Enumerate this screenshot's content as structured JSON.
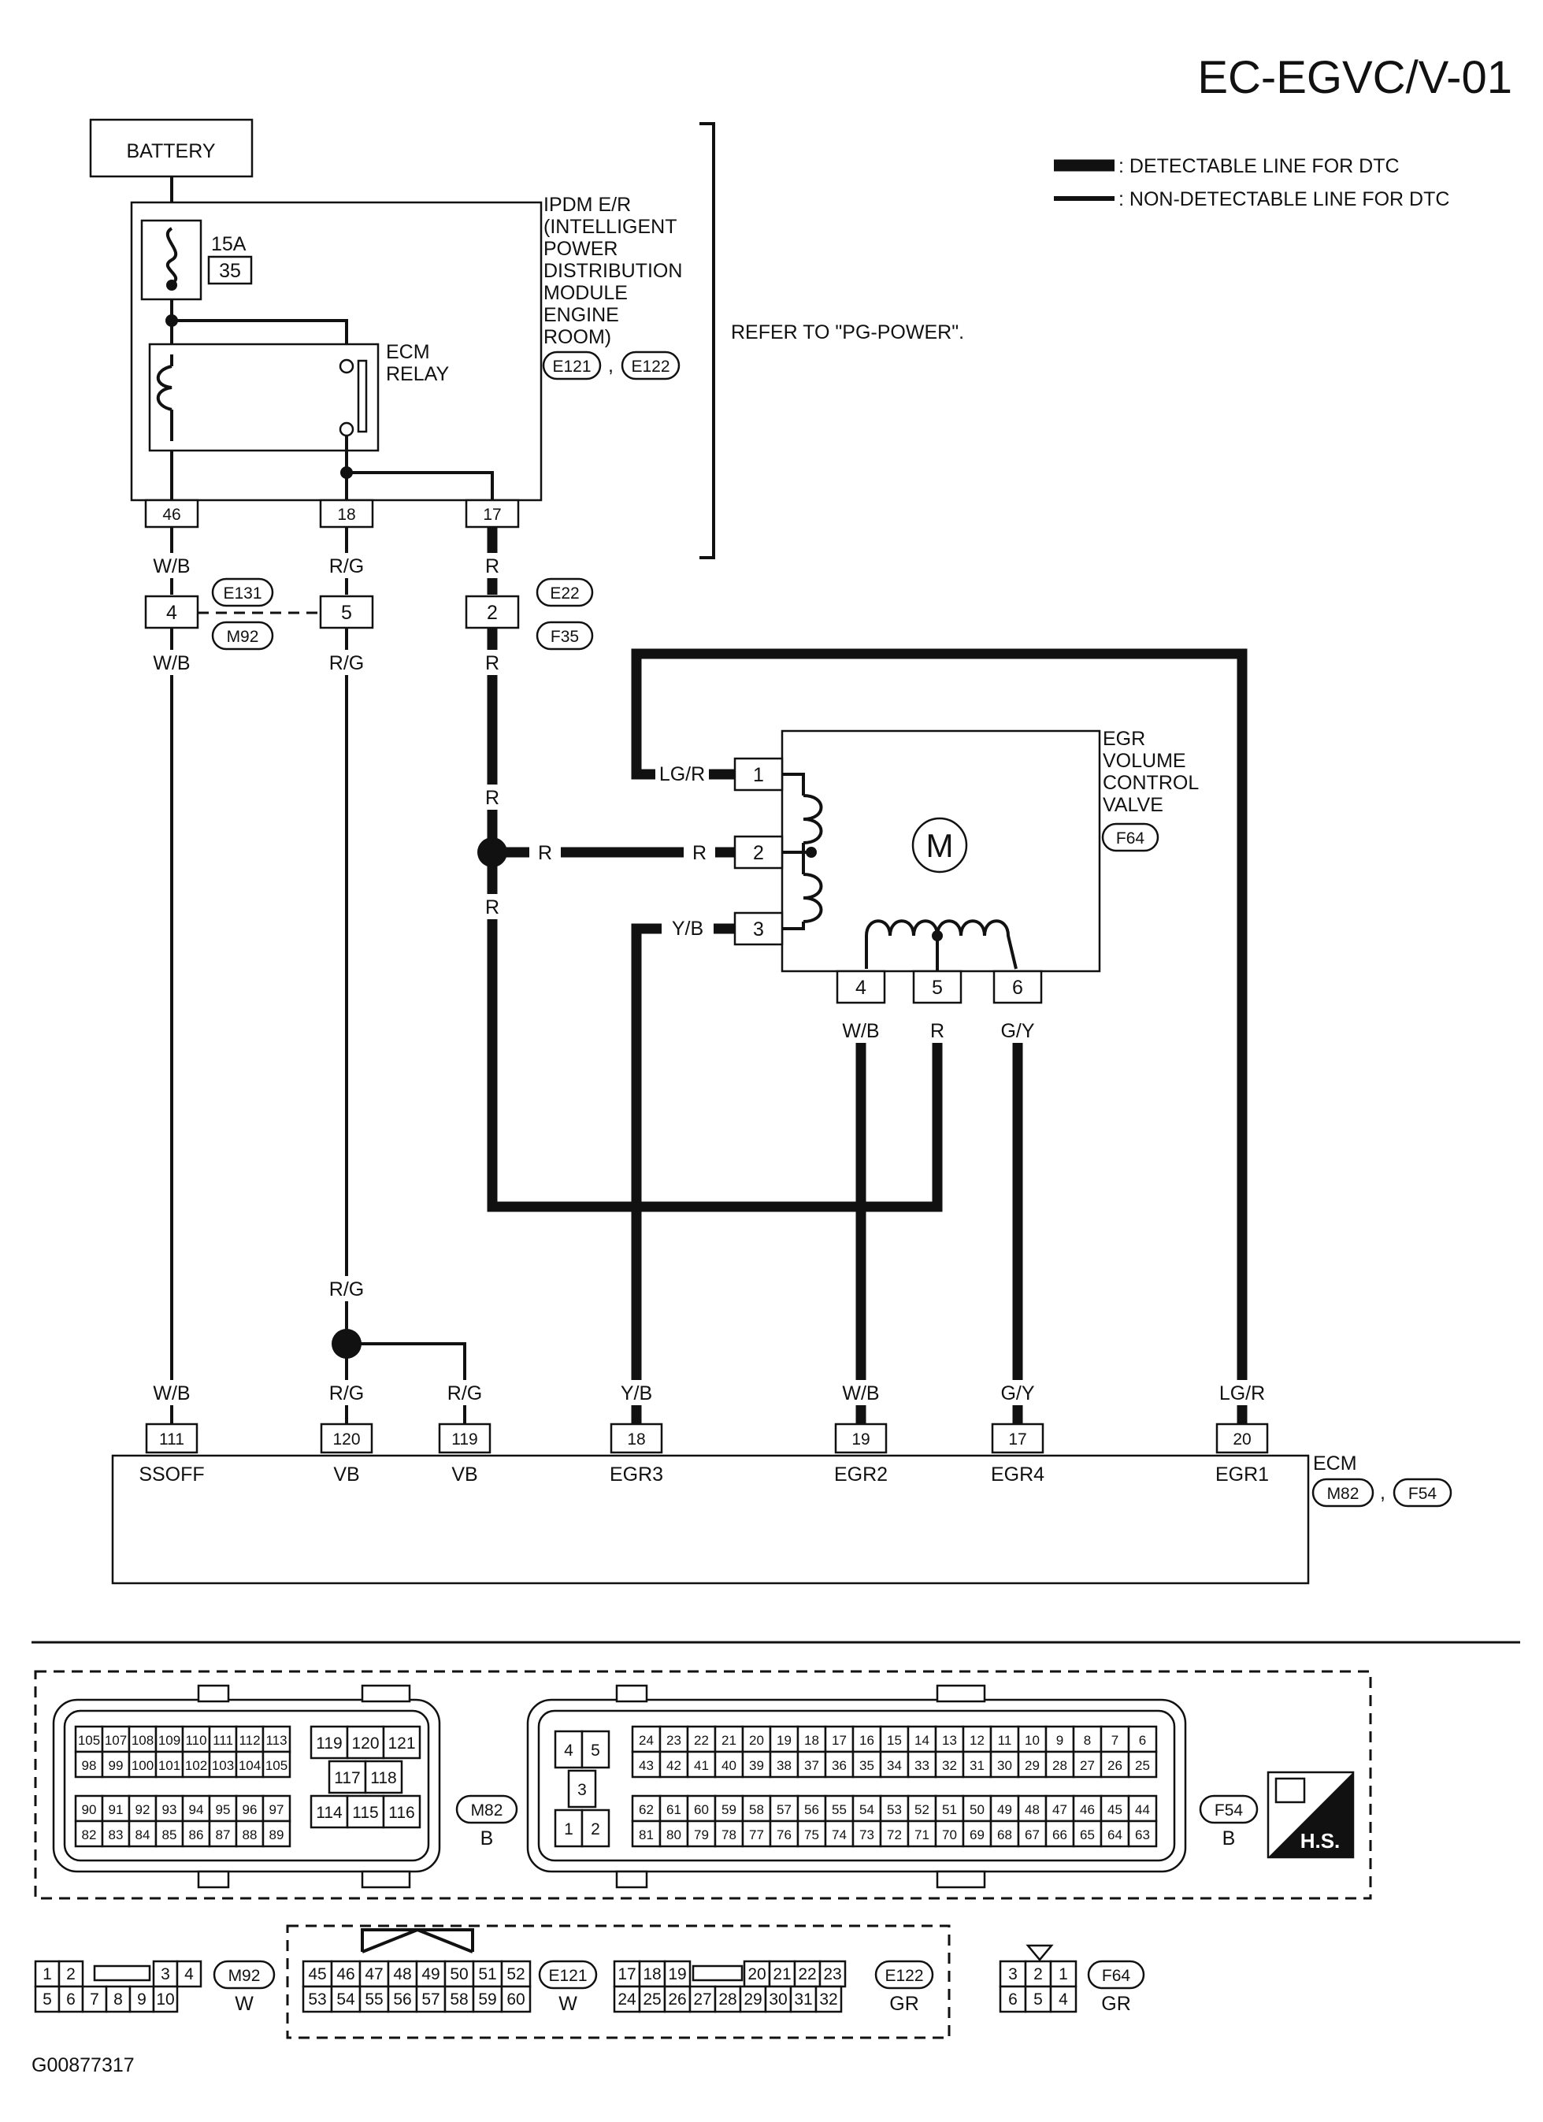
{
  "page_code": "EC-EGVC/V-01",
  "figure_code": "G00877317",
  "legend": {
    "detectable": ": DETECTABLE LINE FOR DTC",
    "non_detectable": ": NON-DETECTABLE LINE FOR DTC"
  },
  "battery": "BATTERY",
  "fuse": {
    "rating": "15A",
    "number": "35"
  },
  "ipdm": {
    "lines": [
      "IPDM E/R",
      "(INTELLIGENT",
      "POWER",
      "DISTRIBUTION",
      "MODULE",
      "ENGINE",
      "ROOM)"
    ],
    "connectors": [
      "E121",
      "E122"
    ],
    "relay_lines": [
      "ECM",
      "RELAY"
    ],
    "pins": [
      "46",
      "18",
      "17"
    ]
  },
  "refer": "REFER TO \"PG-POWER\".",
  "joint_connectors": {
    "left": {
      "pins": [
        "4",
        "5"
      ],
      "codes": [
        "E131",
        "M92"
      ]
    },
    "right": {
      "pin": "2",
      "codes": [
        "E22",
        "F35"
      ]
    }
  },
  "egr_valve": {
    "lines": [
      "EGR",
      "VOLUME",
      "CONTROL",
      "VALVE"
    ],
    "connector": "F64",
    "motor": "M",
    "pins_left": [
      "1",
      "2",
      "3"
    ],
    "pins_bottom": [
      "4",
      "5",
      "6"
    ]
  },
  "wire_colors": {
    "wb": "W/B",
    "rg": "R/G",
    "r": "R",
    "lgr": "LG/R",
    "yb": "Y/B",
    "gy": "G/Y"
  },
  "ecm": {
    "name": "ECM",
    "connectors": [
      "M82",
      "F54"
    ],
    "terminals": [
      {
        "pin": "111",
        "label": "SSOFF",
        "wire": "W/B"
      },
      {
        "pin": "120",
        "label": "VB",
        "wire": "R/G"
      },
      {
        "pin": "119",
        "label": "VB",
        "wire": "R/G"
      },
      {
        "pin": "18",
        "label": "EGR3",
        "wire": "Y/B"
      },
      {
        "pin": "19",
        "label": "EGR2",
        "wire": "W/B"
      },
      {
        "pin": "17",
        "label": "EGR4",
        "wire": "G/Y"
      },
      {
        "pin": "20",
        "label": "EGR1",
        "wire": "LG/R"
      }
    ]
  },
  "connector_views": {
    "m82": {
      "code": "M82",
      "color": "B",
      "rows": [
        [
          "105",
          "107",
          "108",
          "109",
          "110",
          "111",
          "112",
          "113"
        ],
        [
          "98",
          "99",
          "100",
          "101",
          "102",
          "103",
          "104",
          "105"
        ],
        [
          "90",
          "91",
          "92",
          "93",
          "94",
          "95",
          "96",
          "97"
        ],
        [
          "82",
          "83",
          "84",
          "85",
          "86",
          "87",
          "88",
          "89"
        ]
      ],
      "mid_rows": [
        [
          "119",
          "120",
          "121"
        ],
        [
          "117",
          "118"
        ],
        [
          "114",
          "115",
          "116"
        ]
      ]
    },
    "f54": {
      "code": "F54",
      "color": "B",
      "left_rows": [
        [
          "4",
          "5"
        ],
        [
          "3"
        ],
        [
          "1",
          "2"
        ]
      ],
      "rows": [
        [
          "24",
          "23",
          "22",
          "21",
          "20",
          "19",
          "18",
          "17",
          "16",
          "15",
          "14",
          "13",
          "12",
          "11",
          "10",
          "9",
          "8",
          "7",
          "6"
        ],
        [
          "43",
          "42",
          "41",
          "40",
          "39",
          "38",
          "37",
          "36",
          "35",
          "34",
          "33",
          "32",
          "31",
          "30",
          "29",
          "28",
          "27",
          "26",
          "25"
        ],
        [
          "62",
          "61",
          "60",
          "59",
          "58",
          "57",
          "56",
          "55",
          "54",
          "53",
          "52",
          "51",
          "50",
          "49",
          "48",
          "47",
          "46",
          "45",
          "44"
        ],
        [
          "81",
          "80",
          "79",
          "78",
          "77",
          "76",
          "75",
          "74",
          "73",
          "72",
          "71",
          "70",
          "69",
          "68",
          "67",
          "66",
          "65",
          "64",
          "63"
        ]
      ]
    },
    "hs_label": "H.S.",
    "m92": {
      "code": "M92",
      "color": "W",
      "rows": [
        [
          "1",
          "2",
          "3",
          "4"
        ],
        [
          "5",
          "6",
          "7",
          "8",
          "9",
          "10"
        ]
      ]
    },
    "e121": {
      "code": "E121",
      "color": "W",
      "rows": [
        [
          "45",
          "46",
          "47",
          "48",
          "49",
          "50",
          "51",
          "52"
        ],
        [
          "53",
          "54",
          "55",
          "56",
          "57",
          "58",
          "59",
          "60"
        ]
      ]
    },
    "e122": {
      "code": "E122",
      "color": "GR",
      "rows": [
        [
          "17",
          "18",
          "19",
          "20",
          "21",
          "22",
          "23"
        ],
        [
          "24",
          "25",
          "26",
          "27",
          "28",
          "29",
          "30",
          "31",
          "32"
        ]
      ]
    },
    "f64": {
      "code": "F64",
      "color": "GR",
      "rows": [
        [
          "3",
          "2",
          "1"
        ],
        [
          "6",
          "5",
          "4"
        ]
      ]
    }
  }
}
